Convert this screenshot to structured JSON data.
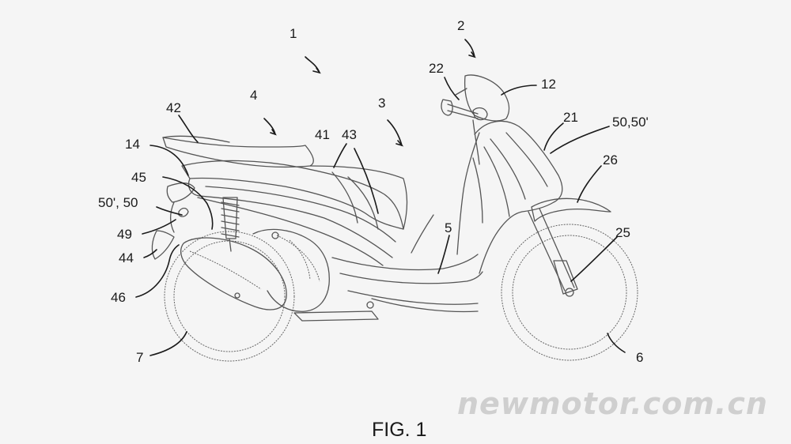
{
  "figure": {
    "caption": "FIG. 1",
    "watermark": "newmotor.com.cn"
  },
  "labels": {
    "l1": "1",
    "l2": "2",
    "l3": "3",
    "l4": "4",
    "l5": "5",
    "l6": "6",
    "l7": "7",
    "l12": "12",
    "l14": "14",
    "l21": "21",
    "l22": "22",
    "l25": "25",
    "l26": "26",
    "l41": "41",
    "l42": "42",
    "l43": "43",
    "l44": "44",
    "l45": "45",
    "l46": "46",
    "l49": "49",
    "l50_50p_front": "50,50'",
    "l50p_50_rear": "50', 50"
  },
  "colors": {
    "background": "#f5f5f5",
    "line": "#555555",
    "text": "#1a1a1a",
    "watermark": "#cfcfcf"
  }
}
